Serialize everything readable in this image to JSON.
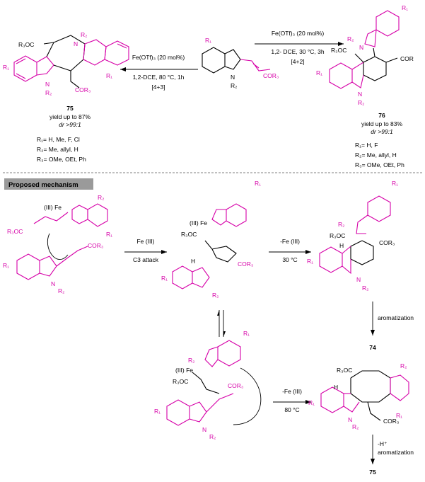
{
  "top_left": {
    "reagent": "Fe(OTf)₃ (20 mol%)",
    "conditions": "1,2-DCE, 80 °C, 1h",
    "type": "[4+3]",
    "compound_number": "75",
    "yield": "yield up to 87%",
    "dr": "dr >99:1",
    "r1": "R₁= H, Me, F, Cl",
    "r2": "R₂= Me, allyl, H",
    "r3": "R₃= OMe, OEt, Ph"
  },
  "top_right": {
    "reagent": "Fe(OTf)₃ (20 mol%)",
    "conditions": "1,2- DCE, 30 °C, 3h",
    "type": "[4+2]",
    "compound_number": "76",
    "yield": "yield up to 83%",
    "dr": "dr >99:1",
    "r1": "R₁= H, F",
    "r2": "R₂= Me, allyl, H",
    "r3": "R₃= OMe, OEt, Ph"
  },
  "mechanism": {
    "title": "Proposed mechanism",
    "step1_reagent": "Fe (III)",
    "step1_note": "C3 attack",
    "step2_reagent": "-Fe (III)",
    "step2_temp": "30 °C",
    "step3_label": "aromatization",
    "step3_product": "74",
    "step4_reagent": "-Fe (III)",
    "step4_temp": "80 °C",
    "step5_label1": "-H⁺",
    "step5_label2": "aromatization",
    "step5_product": "75"
  },
  "labels": {
    "r1": "R₁",
    "r2": "R₂",
    "cor3": "COR₃",
    "r3oc": "R₃OC",
    "fe": "(III) Fe",
    "h": "H",
    "n": "N"
  },
  "colors": {
    "accent": "#d600a8",
    "box": "#9a9a9a"
  }
}
